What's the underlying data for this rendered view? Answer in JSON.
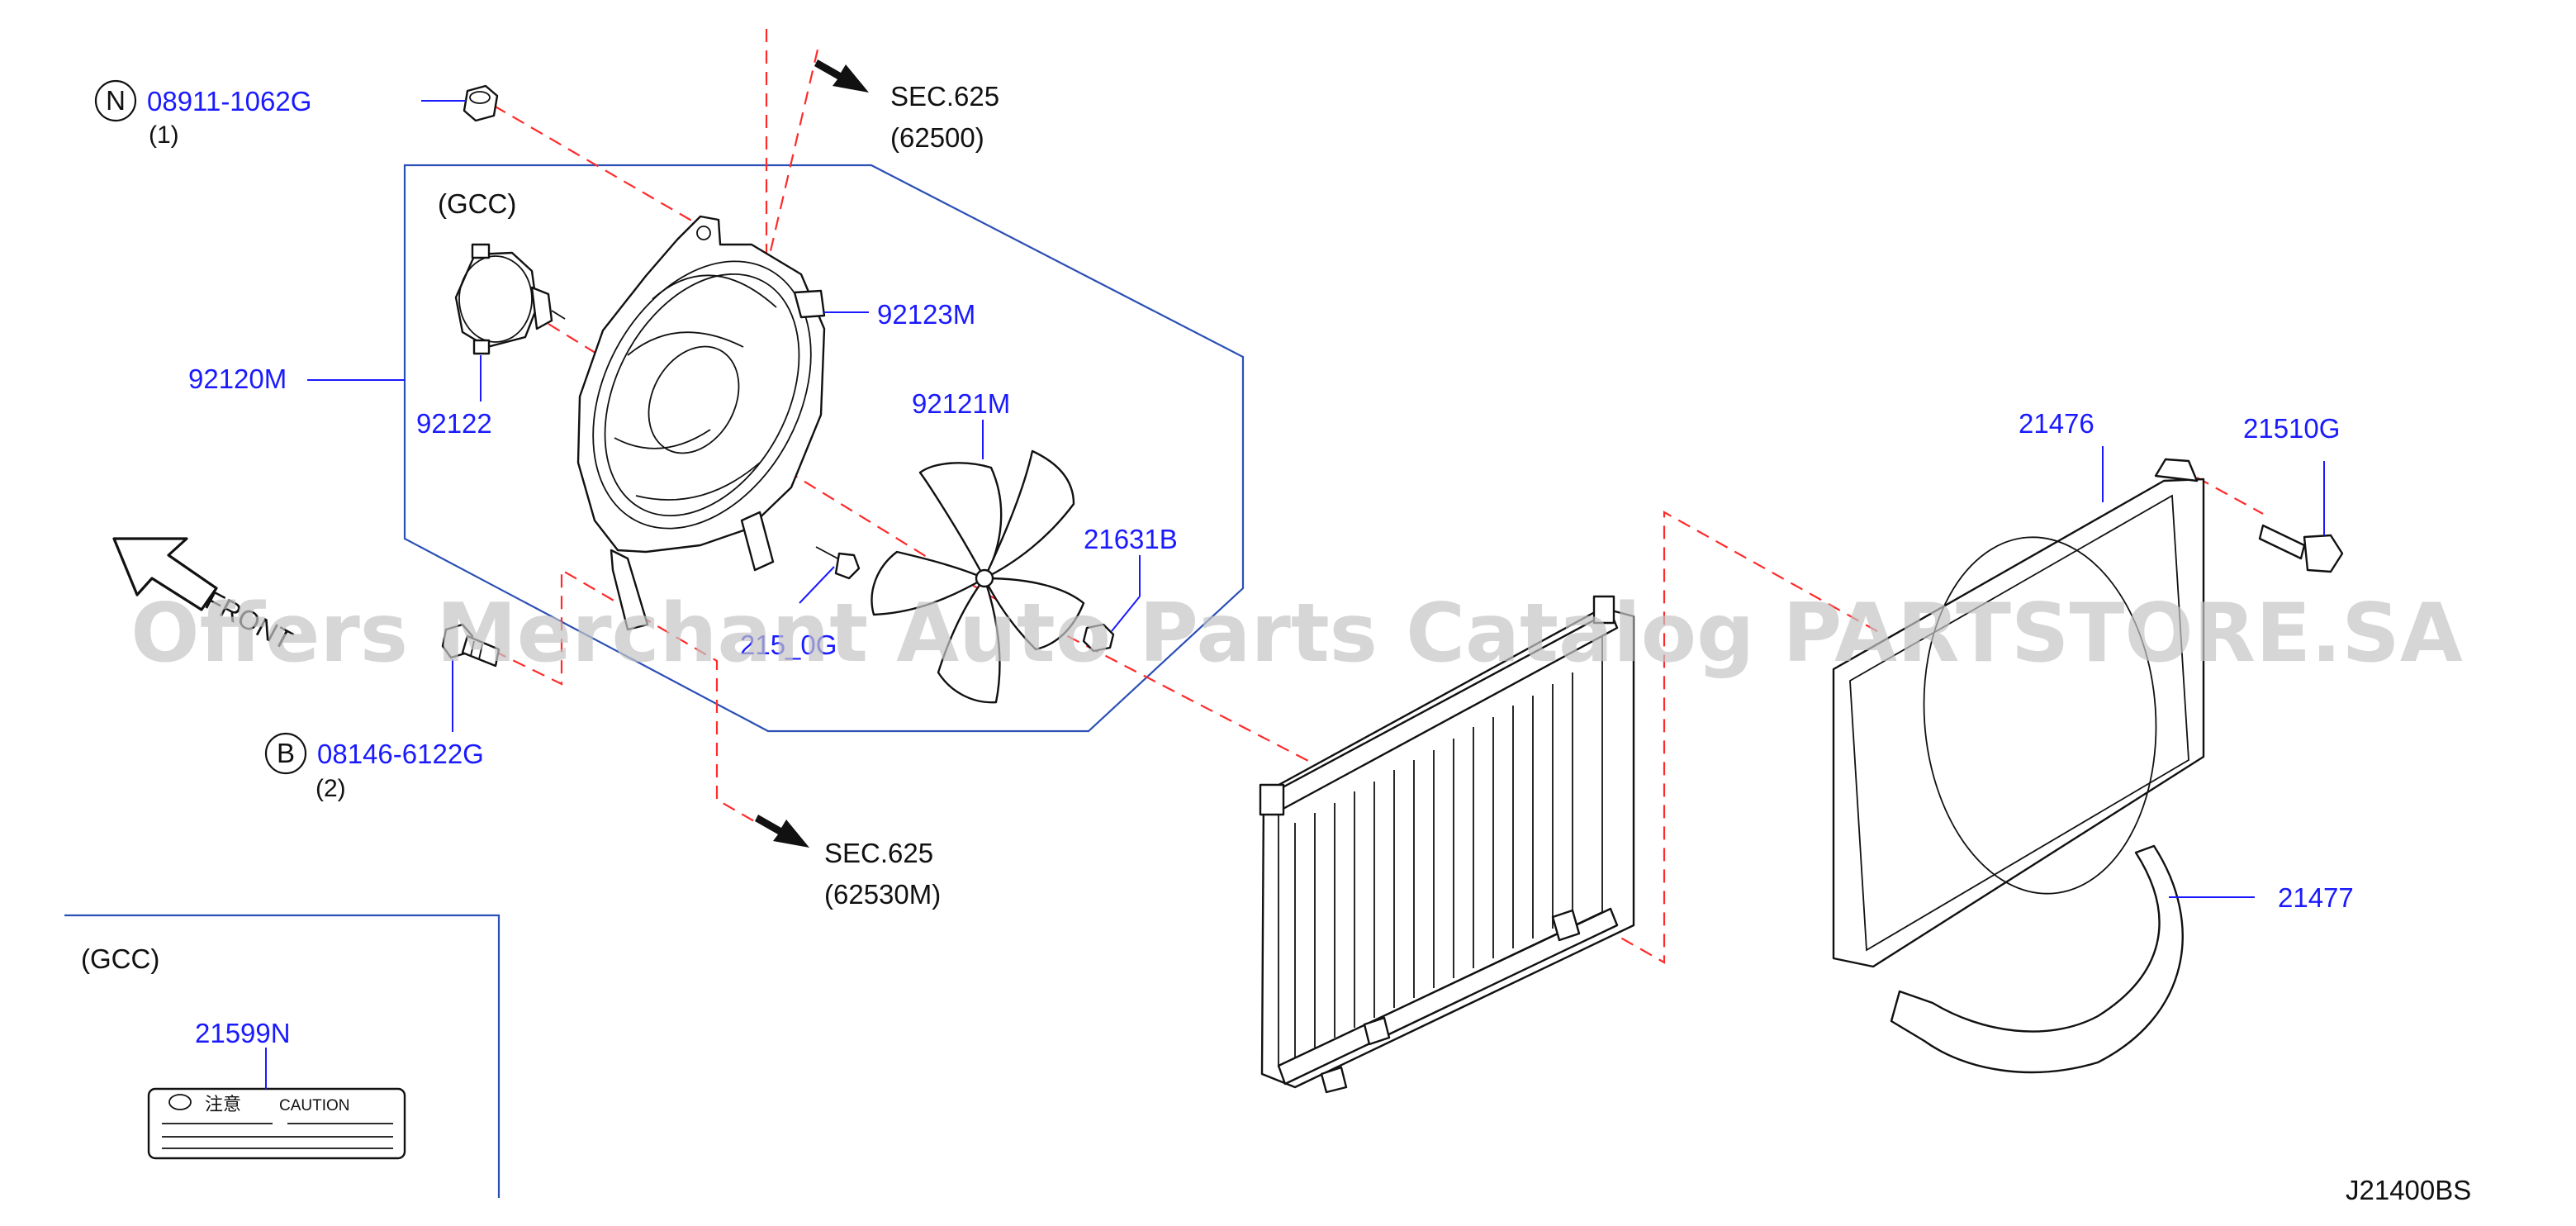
{
  "callouts": {
    "nut_pn": "08911-1062G",
    "nut_qty": "(1)",
    "nut_symbol": "N",
    "bolt_pn": "08146-6122G",
    "bolt_qty": "(2)",
    "bolt_symbol": "B",
    "sec_top": "SEC.625",
    "sec_top_ref": "(62500)",
    "sec_bottom": "SEC.625",
    "sec_bottom_ref": "(62530M)",
    "gcc_top": "(GCC)",
    "gcc_bottom": "(GCC)",
    "fan_assembly": "92120M",
    "motor": "92122",
    "shroud_bracket": "92123M",
    "fan_blade": "92121M",
    "fan_nut": "21631B",
    "screw_partial": "215_0G",
    "shroud_upper": "21476",
    "clip": "21510G",
    "shroud_lower": "21477",
    "caution_label": "21599N",
    "front": "FRONT",
    "diagram_code": "J21400BS"
  },
  "caution_label": {
    "jp_text": "注意",
    "en_text": "CAUTION"
  },
  "watermark": "Offers Merchant Auto Parts Catalog PARTSTORE.SA",
  "colors": {
    "part_number": "#1a1aff",
    "dashed_guide": "#ff2a2a",
    "group_box": "#2a4fb5",
    "linework": "#111111",
    "watermark": "#c4c4c4"
  }
}
